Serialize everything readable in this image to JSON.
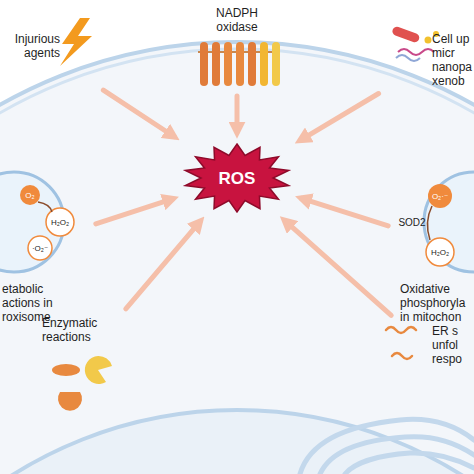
{
  "diagram": {
    "nodes": [
      {
        "text": [
          "Injurious agents"
        ]
      },
      {
        "text": [
          "NADPH oxidase"
        ]
      },
      {
        "text": [
          "Cell up micr nanopa xenob"
        ]
      },
      {
        "text": [
          "etabolic actions in roxisome"
        ]
      },
      {
        "text": [
          "ROS"
        ]
      },
      {
        "text": [
          "Oxidative phosphoryla in mitochon"
        ]
      },
      {
        "text": [
          "Enzymatic reactions"
        ]
      },
      {
        "text": [
          "ER s unfol respo"
        ]
      }
    ],
    "edges": [
      {
        "from": 0,
        "to": 4,
        "arrow": "to"
      },
      {
        "from": 1,
        "to": 4,
        "arrow": "to"
      },
      {
        "from": 2,
        "to": 4,
        "arrow": "to"
      },
      {
        "from": 3,
        "to": 4,
        "arrow": "to"
      },
      {
        "from": 5,
        "to": 4,
        "arrow": "to"
      },
      {
        "from": 6,
        "to": 4,
        "arrow": "to"
      },
      {
        "from": 7,
        "to": 4,
        "arrow": "to"
      }
    ],
    "labels": [
      "O₂",
      "H₂O₂",
      "·O₂⁻",
      "O₂·⁻",
      "SOD2",
      "H₂O₂"
    ]
  }
}
